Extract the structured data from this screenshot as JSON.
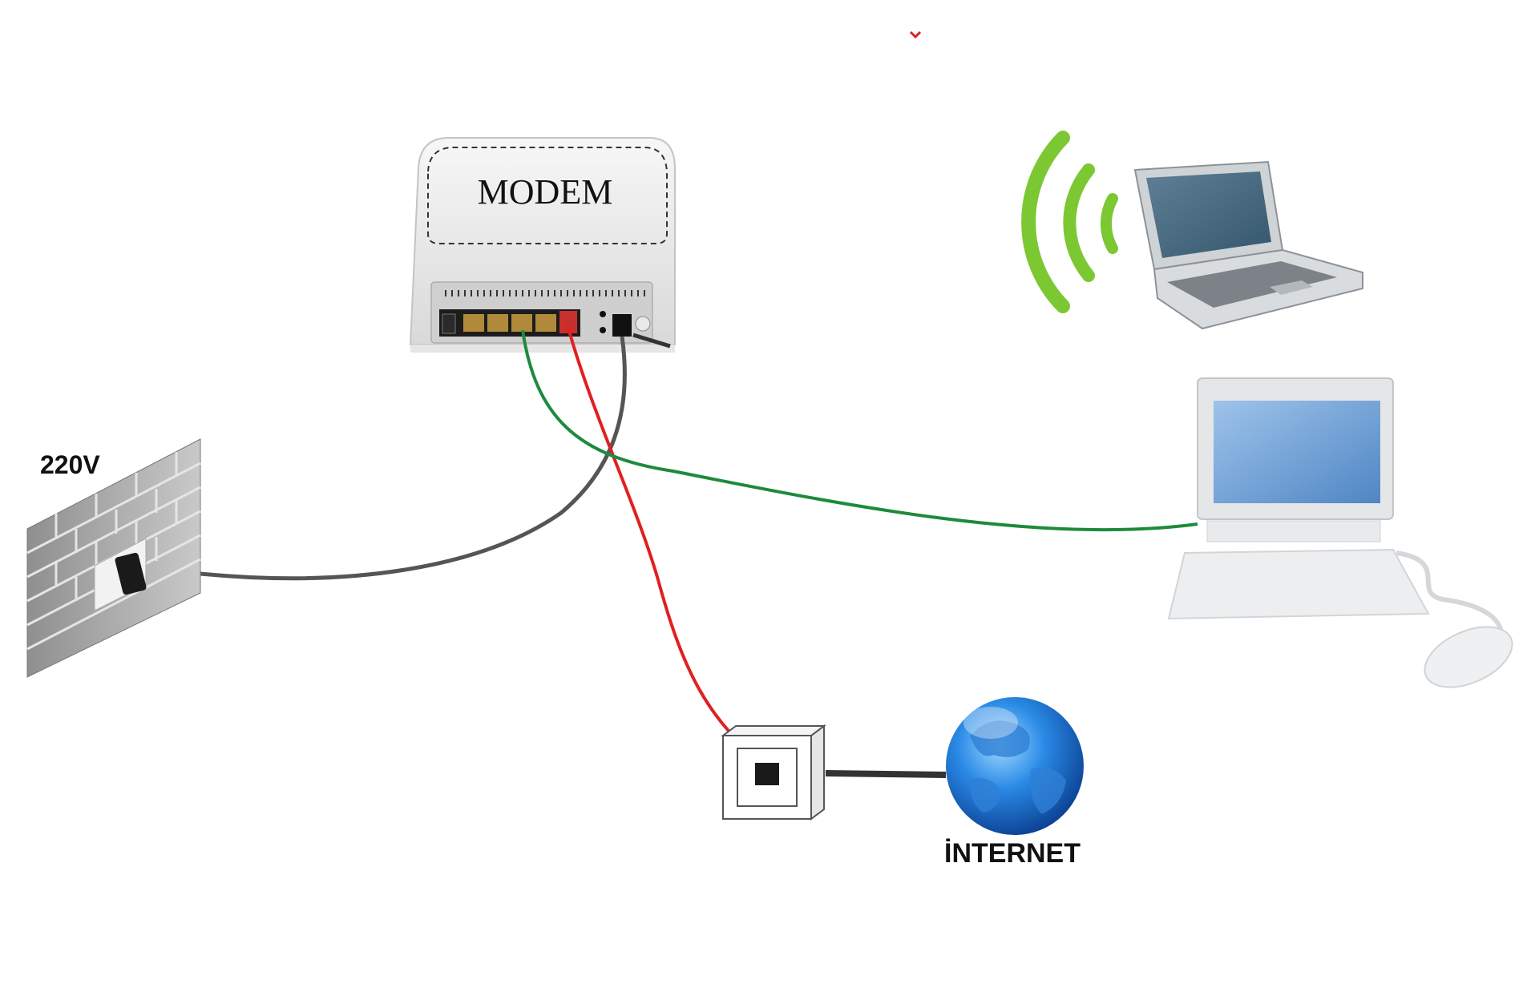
{
  "labels": {
    "modem": "MODEM",
    "power": "220V",
    "internet": "İNTERNET"
  },
  "colors": {
    "power_cable": "#555555",
    "phone_cable": "#e02020",
    "lan_cable": "#1e8a3c",
    "wifi_waves": "#7cc832",
    "globe": "#1e6fd0",
    "background": "#ffffff"
  },
  "devices": [
    {
      "id": "modem",
      "icon": "modem-icon"
    },
    {
      "id": "wall-outlet",
      "icon": "wall-power-outlet-icon"
    },
    {
      "id": "laptop",
      "icon": "laptop-icon"
    },
    {
      "id": "desktop",
      "icon": "desktop-computer-icon"
    },
    {
      "id": "phone-jack",
      "icon": "telephone-wall-jack-icon"
    },
    {
      "id": "globe",
      "icon": "globe-icon"
    },
    {
      "id": "wifi",
      "icon": "wifi-signal-icon"
    }
  ]
}
